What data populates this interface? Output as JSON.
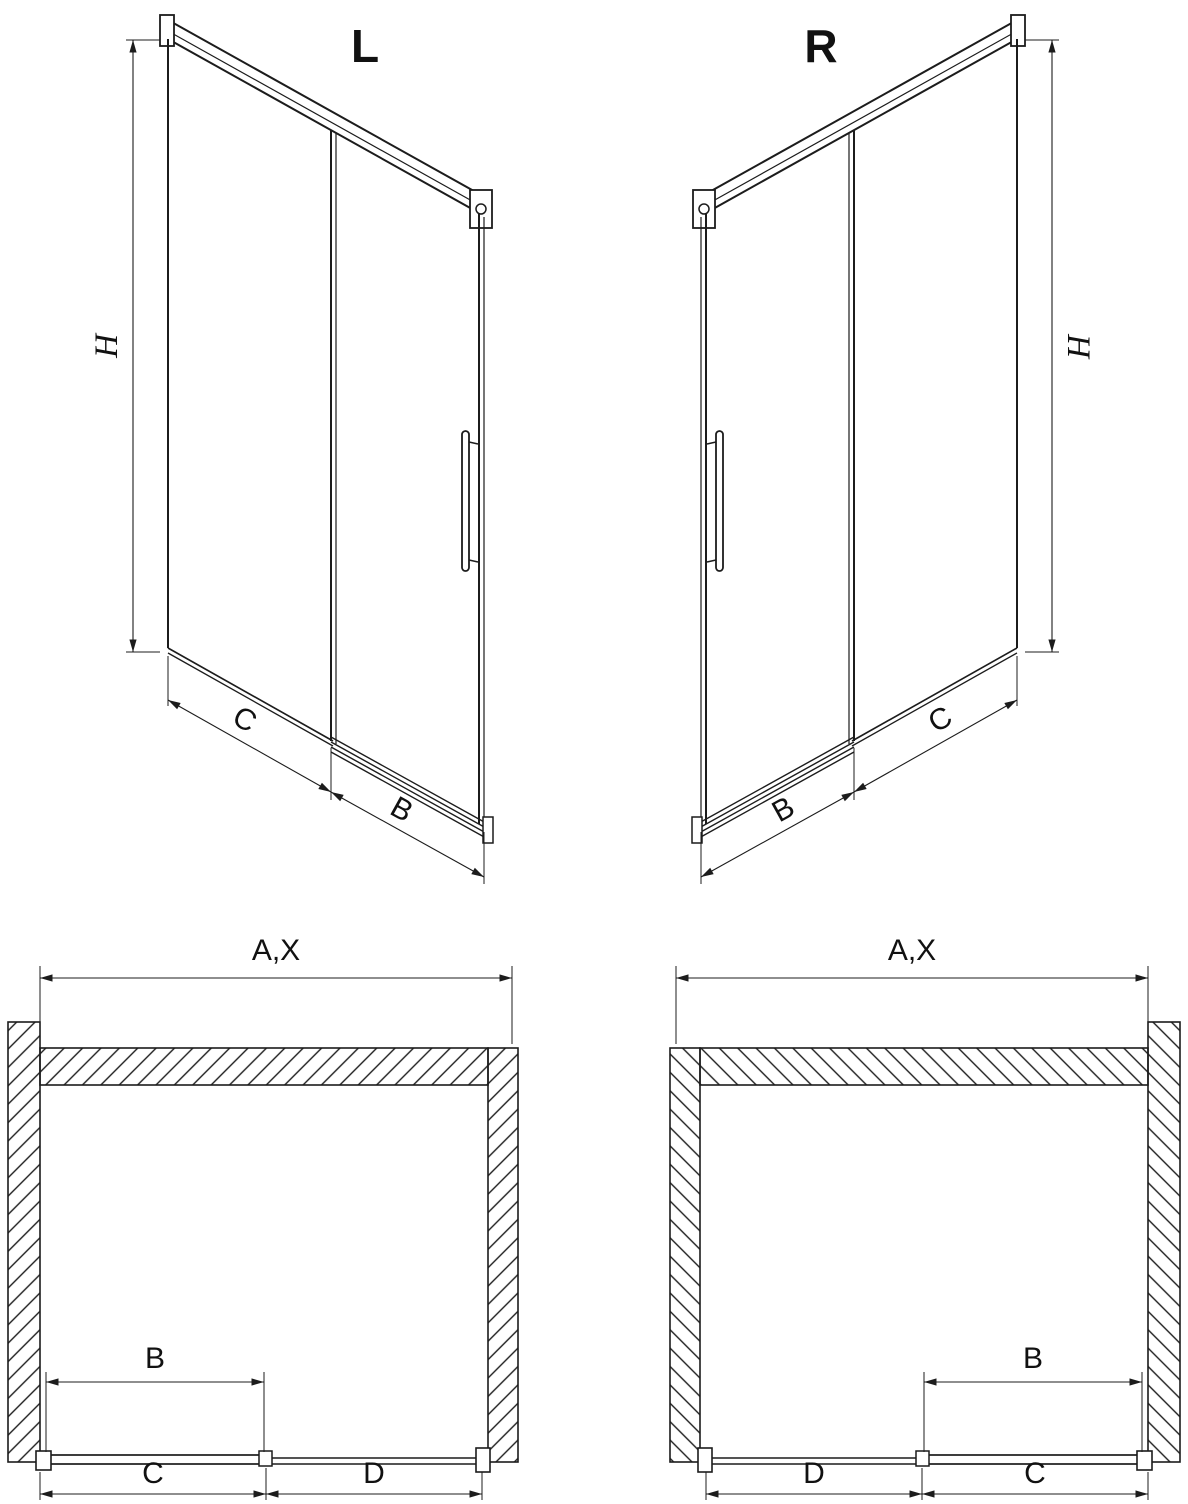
{
  "drawing": {
    "type": "shower-sliding-door-installation-diagram",
    "colors": {
      "line": "#1c1c1c",
      "background": "#ffffff"
    },
    "iso_left": {
      "title": "L",
      "dim_height": "H",
      "dim_fixed": "C",
      "dim_door": "B"
    },
    "iso_right": {
      "title": "R",
      "dim_height": "H",
      "dim_fixed": "C",
      "dim_door": "B"
    },
    "plan_left": {
      "dim_total": "A,X",
      "dim_door": "B",
      "dim_bottom_left": "C",
      "dim_bottom_right": "D"
    },
    "plan_right": {
      "dim_total": "A,X",
      "dim_door": "B",
      "dim_bottom_left": "D",
      "dim_bottom_right": "C"
    }
  }
}
